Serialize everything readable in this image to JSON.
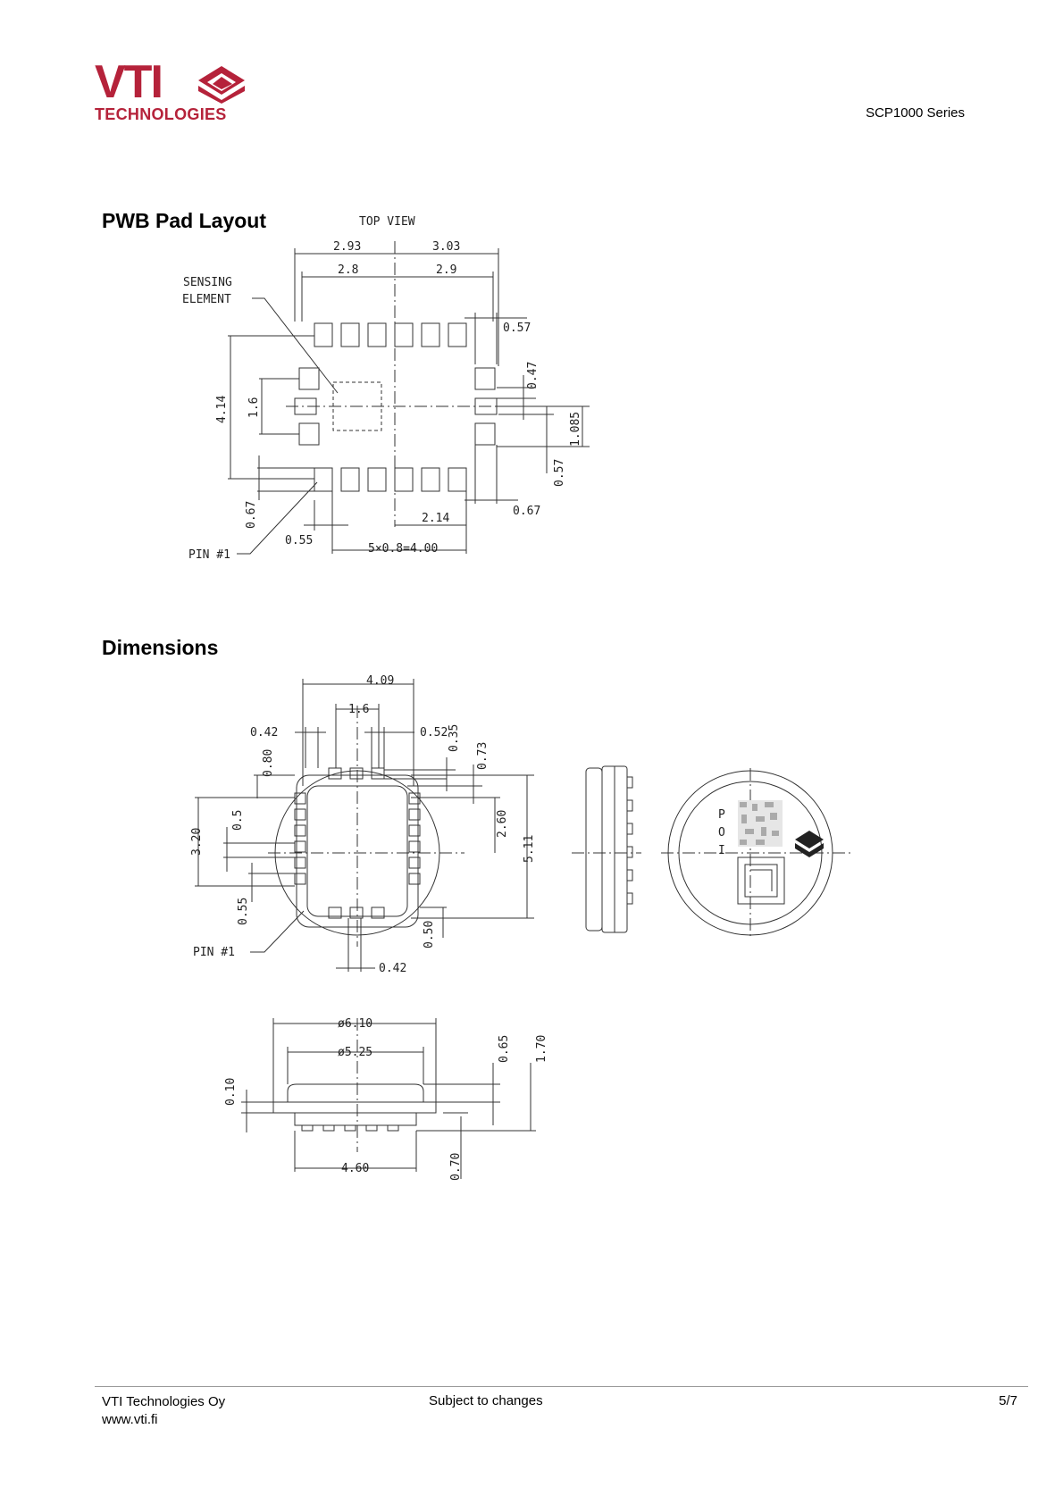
{
  "header": {
    "logo_word": "VTI",
    "logo_sub": "TECHNOLOGIES",
    "series": "SCP1000 Series",
    "brand_color": "#b5223a"
  },
  "sections": {
    "pwb_title": "PWB Pad Layout",
    "dimensions_title": "Dimensions"
  },
  "pwb_drawing": {
    "view_label": "TOP VIEW",
    "sensing_label_1": "SENSING",
    "sensing_label_2": "ELEMENT",
    "pin_label": "PIN #1",
    "dims": {
      "d293": "2.93",
      "d303": "3.03",
      "d28": "2.8",
      "d29": "2.9",
      "d057a": "0.57",
      "d047": "0.47",
      "d1085": "1.085",
      "d057b": "0.57",
      "d067a": "0.67",
      "d414": "4.14",
      "d16": "1.6",
      "d067b": "0.67",
      "d055": "0.55",
      "d214": "2.14",
      "d400": "5×0.8=4.00"
    }
  },
  "dimensions_drawing": {
    "pin_label": "PIN #1",
    "code_letters": [
      "P",
      "O",
      "I"
    ],
    "dims": {
      "d409": "4.09",
      "d16": "1.6",
      "d042a": "0.42",
      "d052": "0.52",
      "d035": "0.35",
      "d073": "0.73",
      "d080": "0.80",
      "d05": "0.5",
      "d320": "3.20",
      "d260": "2.60",
      "d511": "5.11",
      "d055": "0.55",
      "d050": "0.50",
      "d042b": "0.42"
    }
  },
  "side_drawing": {
    "dims": {
      "d610": "ø6.10",
      "d525": "ø5.25",
      "d065": "0.65",
      "d170": "1.70",
      "d010": "0.10",
      "d460": "4.60",
      "d070": "0.70"
    }
  },
  "footer": {
    "company": "VTI Technologies Oy",
    "website": "www.vti.fi",
    "notice": "Subject to changes",
    "page": "5/7"
  }
}
